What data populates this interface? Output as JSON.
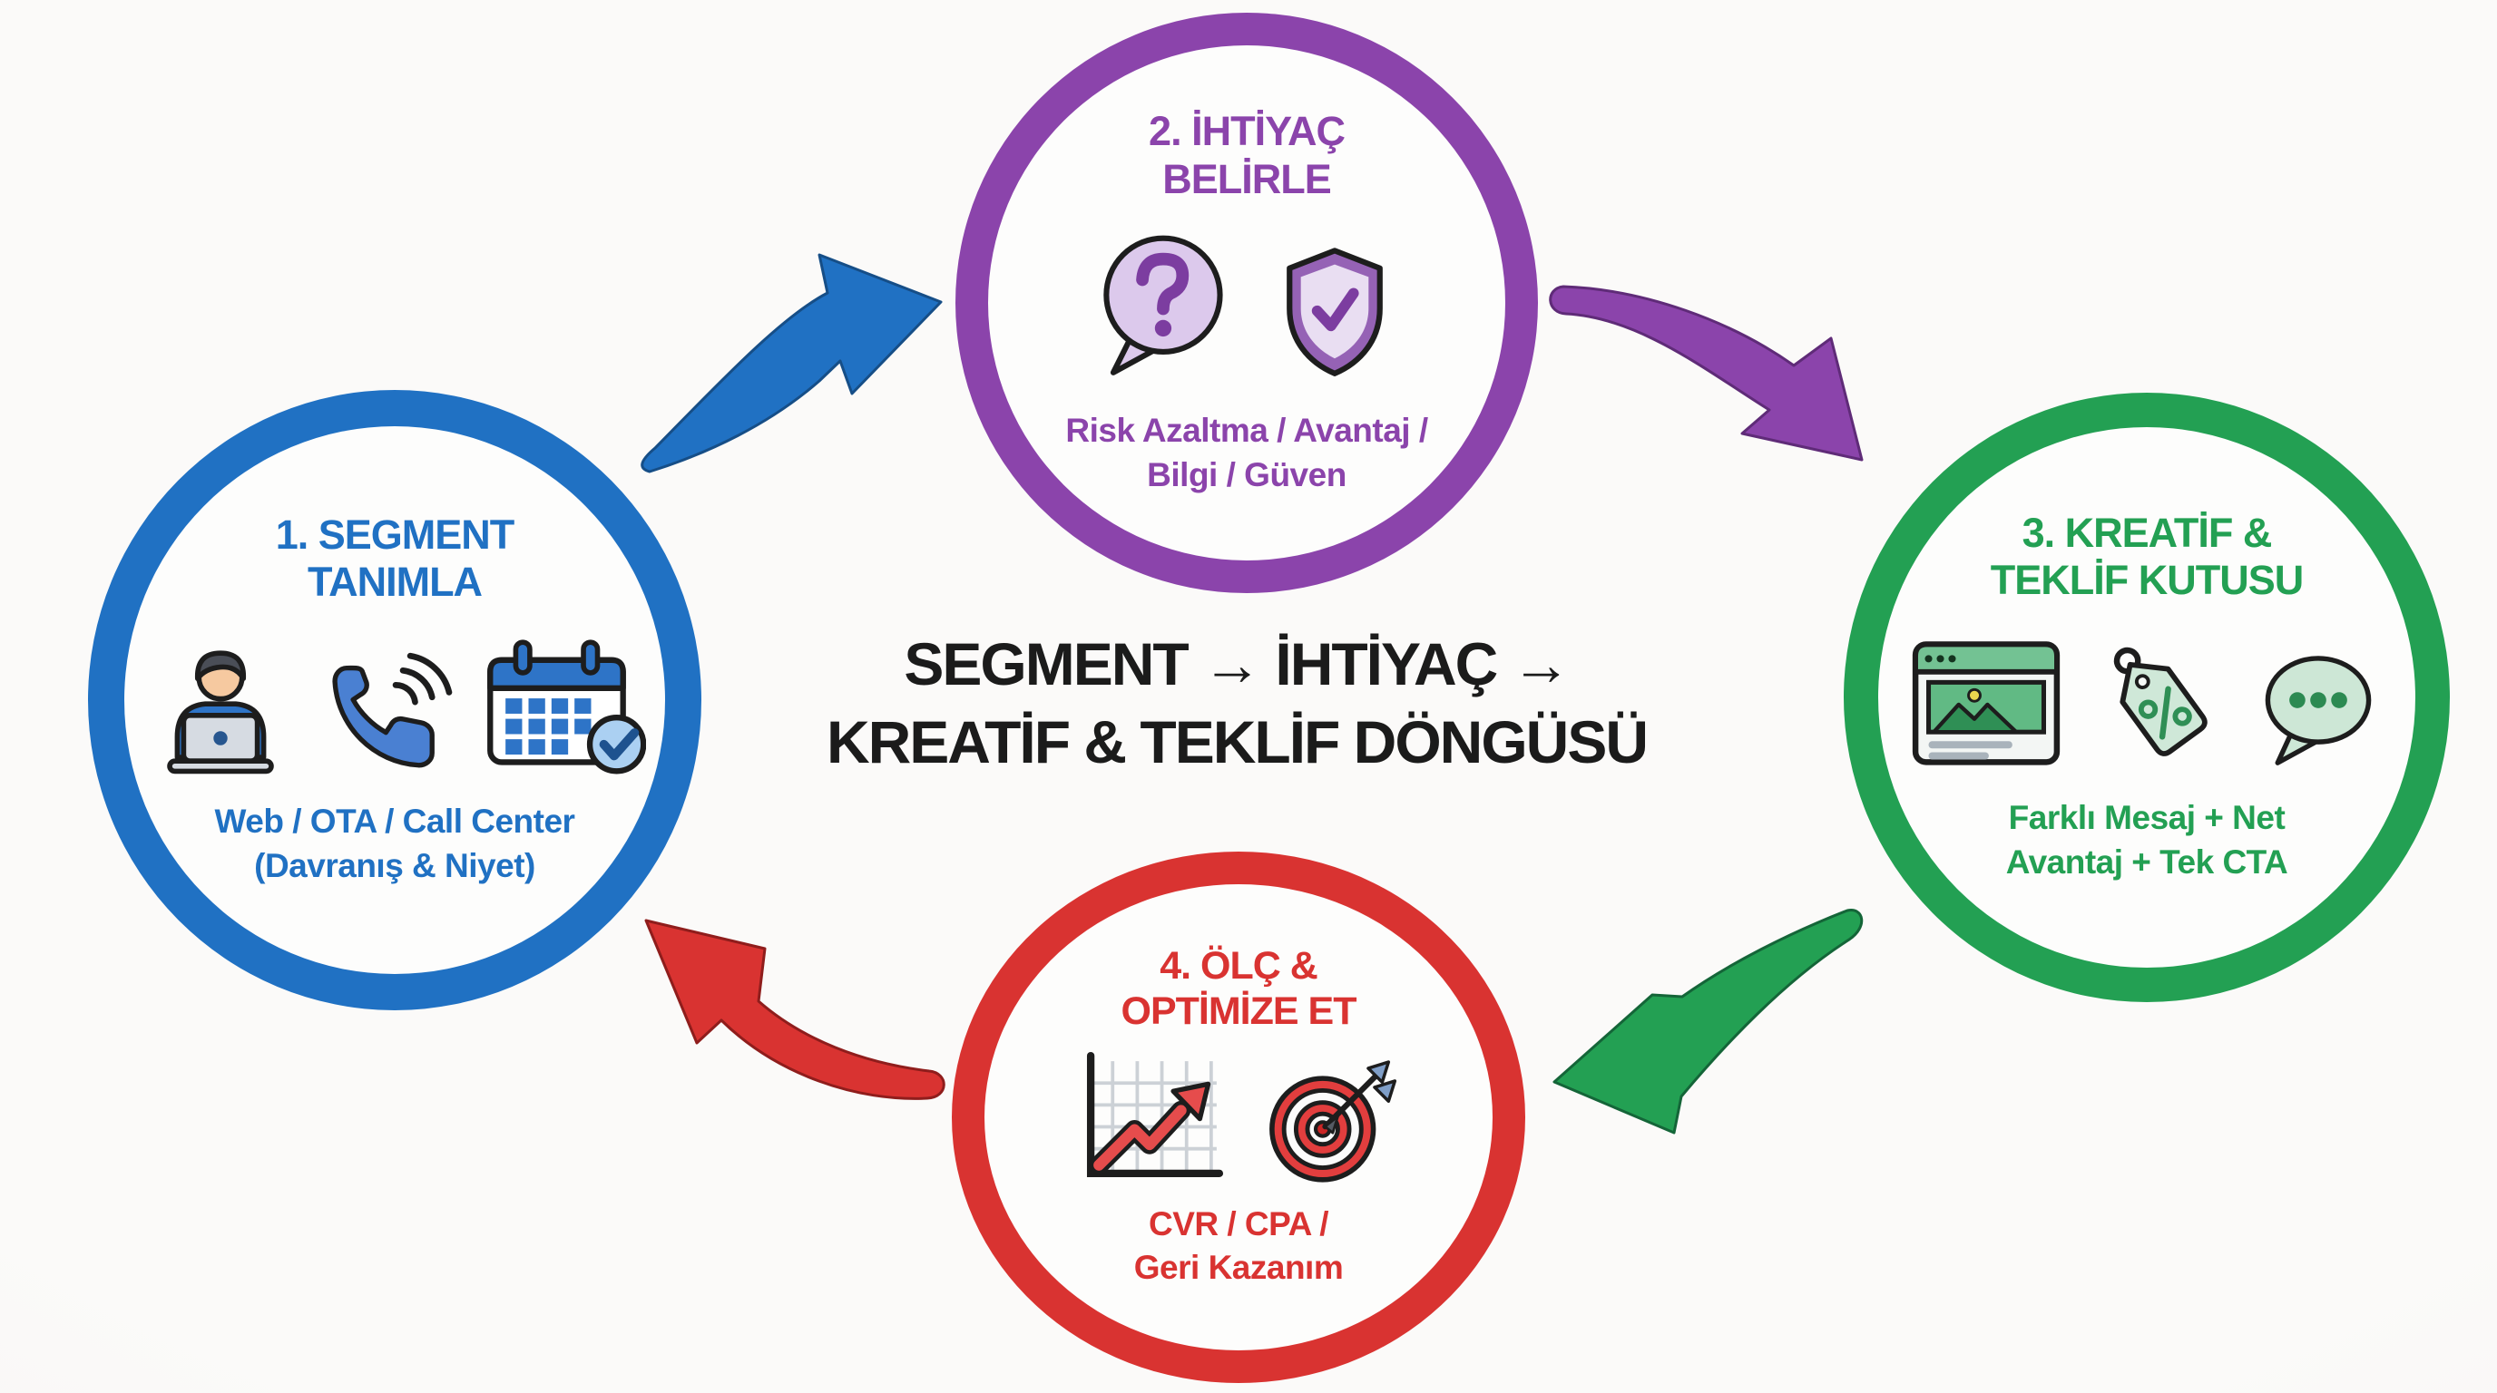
{
  "diagram": {
    "background_color": "#faf9f8",
    "center": {
      "line1": "SEGMENT → İHTİYAÇ →",
      "line2": "KREATİF & TEKLİF DÖNGÜSÜ",
      "text_color": "#1b1b1b"
    },
    "steps": [
      {
        "id": "segment",
        "position": "left",
        "color": "#2071c3",
        "title_line1": "1. SEGMENT",
        "title_line2": "TANIMLA",
        "caption_line1": "Web / OTA / Call Center",
        "caption_line2": "(Davranış & Niyet)",
        "icons": [
          "person-laptop-icon",
          "phone-call-icon",
          "calendar-check-icon"
        ]
      },
      {
        "id": "ihtiyac",
        "position": "top",
        "color": "#8b44ab",
        "title_line1": "2. İHTİYAÇ",
        "title_line2": "BELİRLE",
        "caption_line1": "Risk Azaltma / Avantaj /",
        "caption_line2": "Bilgi / Güven",
        "icons": [
          "question-bubble-icon",
          "shield-check-icon"
        ]
      },
      {
        "id": "kreatif",
        "position": "right",
        "color": "#23a053",
        "title_line1": "3. KREATİF &",
        "title_line2": "TEKLİF KUTUSU",
        "caption_line1": "Farklı Mesaj + Net",
        "caption_line2": "Avantaj + Tek CTA",
        "icons": [
          "browser-image-icon",
          "price-tag-icon",
          "chat-dots-icon"
        ]
      },
      {
        "id": "olc",
        "position": "bottom",
        "color": "#d93331",
        "title_line1": "4. ÖLÇ &",
        "title_line2": "OPTİMİZE ET",
        "caption_line1": "CVR / CPA /",
        "caption_line2": "Geri Kazanım",
        "icons": [
          "growth-chart-icon",
          "target-dart-icon"
        ]
      }
    ],
    "arrows": [
      {
        "from": "segment",
        "to": "ihtiyac",
        "color": "#2071c3"
      },
      {
        "from": "ihtiyac",
        "to": "kreatif",
        "color": "#8b44ab"
      },
      {
        "from": "kreatif",
        "to": "olc",
        "color": "#23a053"
      },
      {
        "from": "olc",
        "to": "segment",
        "color": "#d93331"
      }
    ]
  }
}
